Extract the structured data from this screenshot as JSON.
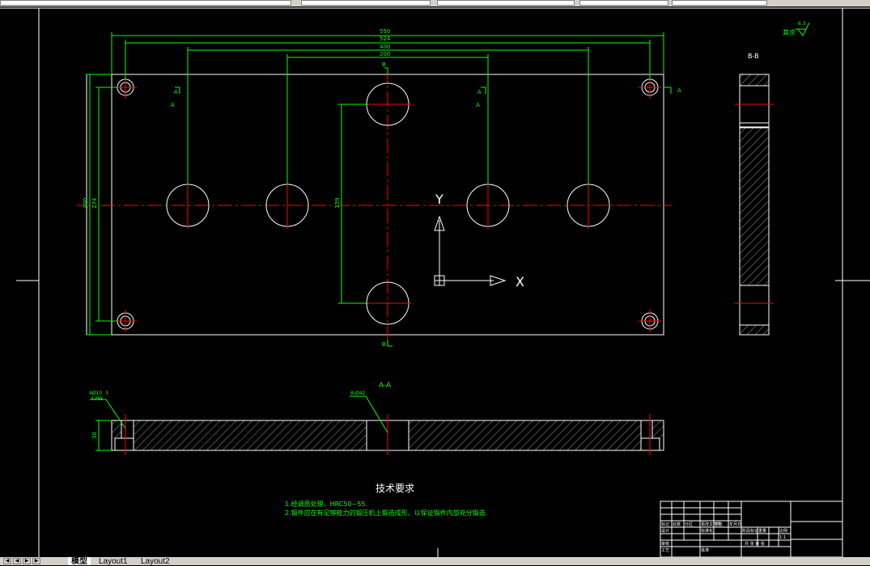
{
  "drawing": {
    "dims": {
      "overall_width": "550",
      "hole_span": "524",
      "inner_span": "400",
      "center_span": "200",
      "overall_height": "300",
      "hole_height": "274",
      "vertical_span": "139",
      "thickness": "30"
    },
    "section_marks": {
      "a": "A",
      "b": "B"
    },
    "axes": {
      "x": "X",
      "y": "Y"
    },
    "views": {
      "section_aa": "A-A",
      "section_bb": "B-B"
    },
    "callouts": {
      "hole_small_line1": "4Ø10",
      "hole_small_line2": "3",
      "hole_small_line3": "4-M8",
      "hole_large": "8-Ø42"
    },
    "roughness": {
      "value": "6.3",
      "label": "其余"
    },
    "notes": {
      "title": "技术要求",
      "line1": "1.经调质处理，HRC50~55.",
      "line2": "2.锻件应在有足够能力的锻压机上锻造成形，以保证锻件内部充分锻造."
    },
    "title_block": {
      "scale": "1:1",
      "labels": [
        "标记",
        "处数",
        "分区",
        "更改文件号",
        "签名",
        "年月日",
        "设计",
        "标准化",
        "阶段标记",
        "重量",
        "比例",
        "审核",
        "工艺",
        "批准",
        "共 张 第 张"
      ]
    }
  },
  "tabs": [
    {
      "label": "模型",
      "active": true
    },
    {
      "label": "Layout1",
      "active": false
    },
    {
      "label": "Layout2",
      "active": false
    }
  ],
  "colors": {
    "green": "#00ff00",
    "white": "#ffffff",
    "red": "#ff0000",
    "background": "#000000"
  }
}
